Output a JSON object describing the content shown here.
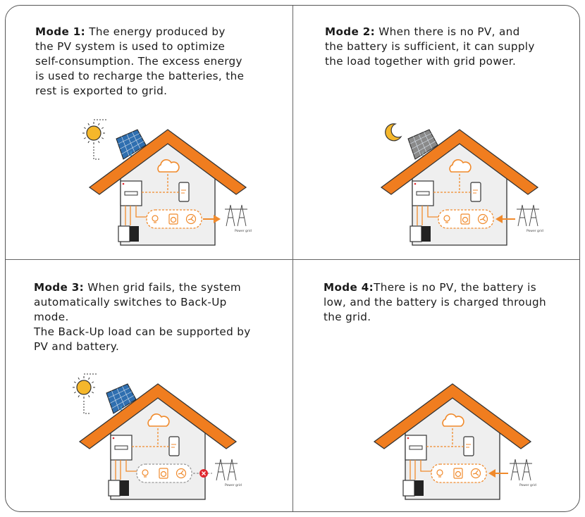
{
  "colors": {
    "roof": "#f07d1f",
    "accent": "#f08a2c",
    "sun": "#f5b72b",
    "solar_panel": "#2f6fb0",
    "solar_panel_inactive": "#8a8a8a",
    "house_fill": "#efefef",
    "error": "#e0282f"
  },
  "modes": [
    {
      "title": "Mode 1:",
      "body": " The energy produced by\nthe PV system is used to  optimize\nself-consumption. The excess energy\nis used to recharge the batteries, the\nrest is exported to grid.",
      "sky_icon": "sun-icon",
      "pv_active": true,
      "pv_disconnected": false,
      "grid_flow": "export",
      "grid_label": "Power grid"
    },
    {
      "title": "Mode 2:",
      "body": " When there is no PV, and\nthe battery is sufficient, it can supply\nthe load together with grid power.",
      "sky_icon": "moon-icon",
      "pv_active": false,
      "pv_disconnected": true,
      "grid_flow": "import",
      "grid_label": "Power grid"
    },
    {
      "title": "Mode 3:",
      "body": "  When grid fails, the system\nautomatically switches to  Back-Up\nmode.\nThe Back-Up load can be supported by\nPV and battery.",
      "sky_icon": "sun-icon",
      "pv_active": true,
      "pv_disconnected": false,
      "grid_flow": "failed",
      "grid_label": "Power grid"
    },
    {
      "title": "Mode 4:",
      "body": "There is no PV, the battery is\nlow, and the battery is charged through\nthe grid.",
      "sky_icon": "none",
      "pv_active": false,
      "pv_disconnected": false,
      "grid_flow": "import",
      "grid_label": "Power grid"
    }
  ]
}
